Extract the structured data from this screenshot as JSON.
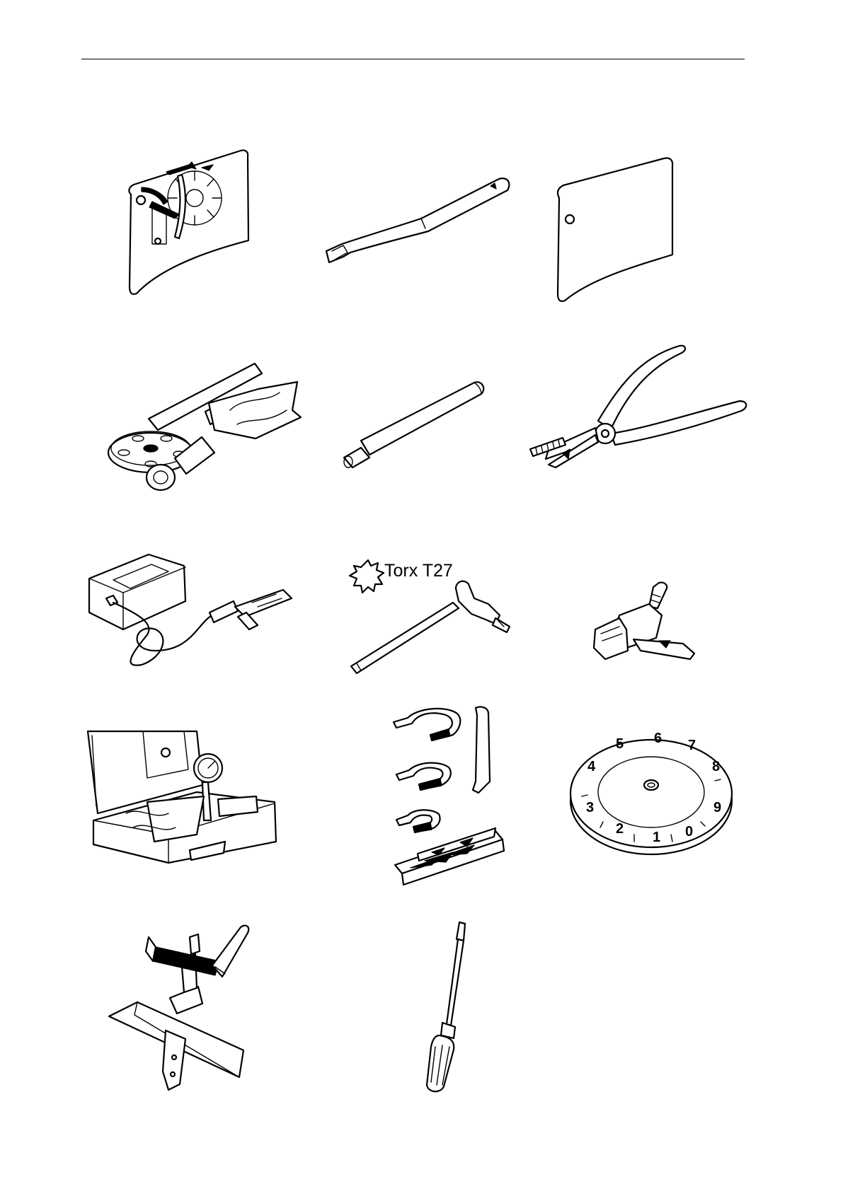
{
  "labels": {
    "torx": "Torx T27"
  },
  "disc_numbers": [
    "0",
    "1",
    "2",
    "3",
    "4",
    "5",
    "6",
    "7",
    "8",
    "9"
  ],
  "colors": {
    "ink": "#000000",
    "paper": "#ffffff"
  }
}
